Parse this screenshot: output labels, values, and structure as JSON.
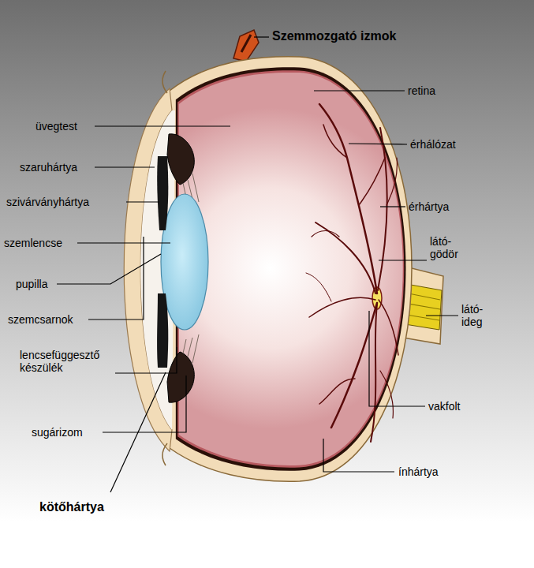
{
  "diagram": {
    "labels": [
      "Szemmozgató izmok",
      "retina",
      "üvegtest",
      "érhálózat",
      "szaruhártya",
      "érhártya",
      "szivárványhártya",
      "látó- gödör",
      "szemlencse",
      "pupilla",
      "látó- ideg",
      "szemcsarnok",
      "lencsefüggesztő készülék",
      "vakfolt",
      "sugárizom",
      "ínhártya",
      "kötőhártya"
    ]
  }
}
